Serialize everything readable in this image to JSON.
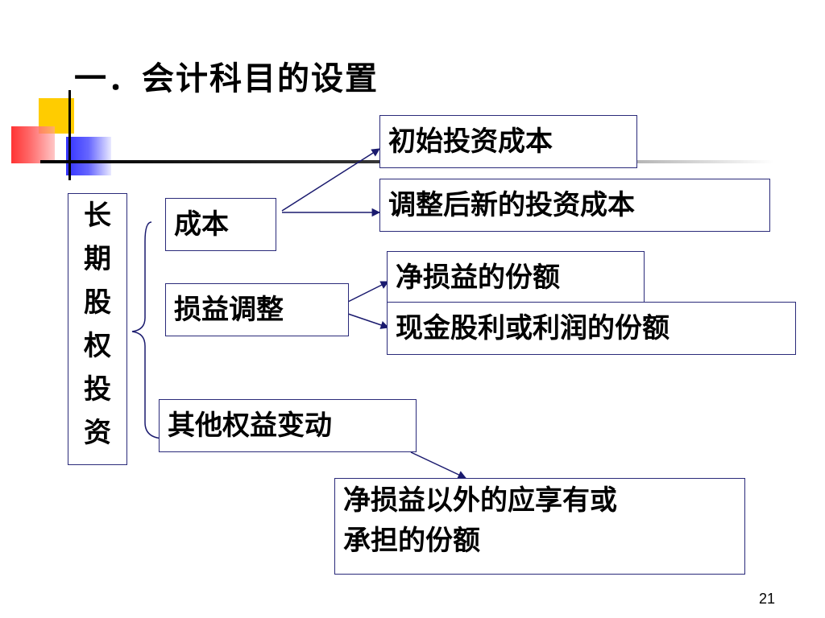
{
  "title": "一．会计科目的设置",
  "root": {
    "label_chars": [
      "长",
      "期",
      "股",
      "权",
      "投",
      "资"
    ]
  },
  "branches": {
    "cost": "成本",
    "profit_loss_adjust": "损益调整",
    "other_equity_change": "其他权益变动"
  },
  "leaves": {
    "initial_investment_cost": "初始投资成本",
    "adjusted_investment_cost": "调整后新的投资成本",
    "net_profit_share": "净损益的份额",
    "cash_dividend_share": "现金股利或利润的份额",
    "other_share_line1": "净损益以外的应享有或",
    "other_share_line2": "承担的份额"
  },
  "page_number": "21",
  "colors": {
    "box_border": "#2a2a7a",
    "arrow": "#1a1a6e",
    "accent_yellow": "#ffcc00",
    "accent_red": "#ff3333",
    "accent_blue": "#3333ff"
  }
}
